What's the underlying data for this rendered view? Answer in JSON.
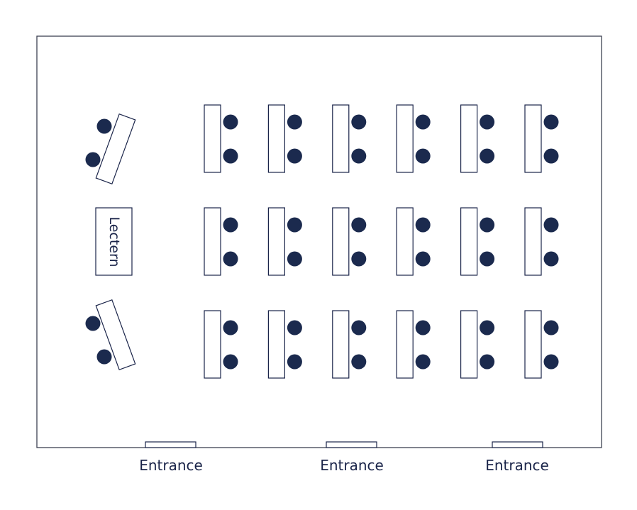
{
  "colors": {
    "ink": "#1a2449",
    "wall": "#3d4152",
    "chair": "#1b2a4e",
    "background": "#ffffff"
  },
  "lectern": {
    "label": "Lectern"
  },
  "entrances": [
    {
      "label": "Entrance"
    },
    {
      "label": "Entrance"
    },
    {
      "label": "Entrance"
    }
  ],
  "seating": {
    "rows": 3,
    "tables_per_row": 6,
    "chairs_per_table": 2,
    "angled_tables": 2
  }
}
